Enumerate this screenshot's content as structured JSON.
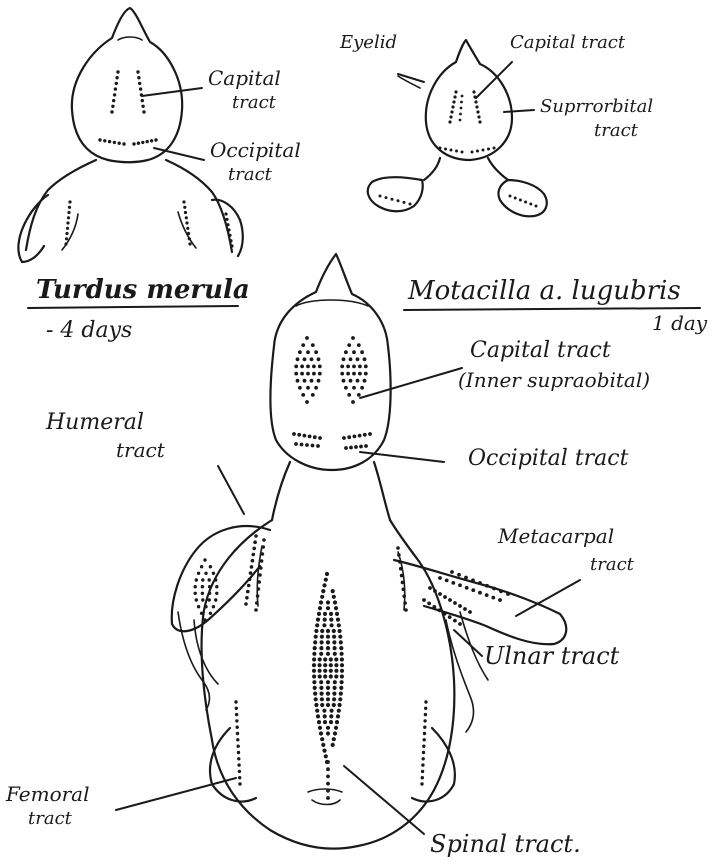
{
  "species": {
    "turdus": {
      "name": "Turdus merula",
      "age": "- 4 days"
    },
    "motacilla": {
      "name": "Motacilla a. lugubris",
      "age": "1 day"
    }
  },
  "labels": {
    "turdus": {
      "capital_1": "Capital",
      "capital_2": "tract",
      "occipital_1": "Occipital",
      "occipital_2": "tract"
    },
    "small": {
      "eyelid": "Eyelid",
      "capital": "Capital tract",
      "supraorbital_1": "Suprrorbital",
      "supraorbital_2": "tract"
    },
    "large": {
      "capital_1": "Capital tract",
      "capital_2": "(Inner supraobital)",
      "occipital": "Occipital tract",
      "humeral_1": "Humeral",
      "humeral_2": "tract",
      "metacarpal_1": "Metacarpal",
      "metacarpal_2": "tract",
      "ulnar": "Ulnar tract",
      "femoral_1": "Femoral",
      "femoral_2": "tract",
      "spinal": "Spinal tract."
    }
  }
}
